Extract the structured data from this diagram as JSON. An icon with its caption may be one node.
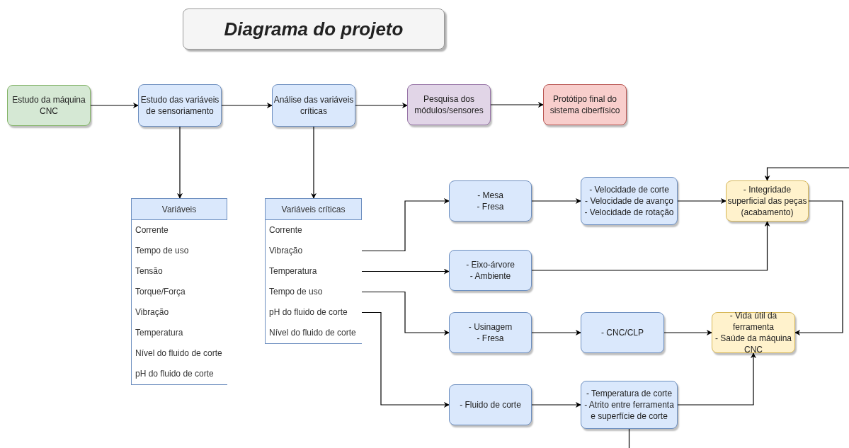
{
  "diagram": {
    "title": "Diagrama do projeto",
    "nodes": [
      {
        "text": [
          "Estudo da máquina CNC"
        ]
      },
      {
        "text": [
          "Estudo das variáveis de sensoriamento"
        ]
      },
      {
        "text": [
          "Análise das variáveis críticas"
        ]
      },
      {
        "text": [
          "Pesquisa dos módulos/sensores"
        ]
      },
      {
        "text": [
          "Protótipo final do sistema ciberfísico"
        ]
      },
      {
        "text": [
          "Variáveis"
        ]
      },
      {
        "text": [
          "Corrente"
        ],
        "in": 5
      },
      {
        "text": [
          "Tempo de uso"
        ],
        "in": 5
      },
      {
        "text": [
          "Tensão"
        ],
        "in": 5
      },
      {
        "text": [
          "Torque/Força"
        ],
        "in": 5
      },
      {
        "text": [
          "Vibração"
        ],
        "in": 5
      },
      {
        "text": [
          "Temperatura"
        ],
        "in": 5
      },
      {
        "text": [
          "Nível do fluido de corte"
        ],
        "in": 5
      },
      {
        "text": [
          "pH do fluido de corte"
        ],
        "in": 5
      },
      {
        "text": [
          "Variáveis críticas"
        ]
      },
      {
        "text": [
          "Corrente"
        ],
        "in": 14
      },
      {
        "text": [
          "Vibração"
        ],
        "in": 14
      },
      {
        "text": [
          "Temperatura"
        ],
        "in": 14
      },
      {
        "text": [
          "Tempo de uso"
        ],
        "in": 14
      },
      {
        "text": [
          "pH do fluido de corte"
        ],
        "in": 14
      },
      {
        "text": [
          "Nível do fluido de corte"
        ],
        "in": 14
      },
      {
        "text": [
          "- Mesa",
          "- Fresa"
        ]
      },
      {
        "text": [
          "- Velocidade de corte",
          "- Velocidade de avanço",
          "- Velocidade de rotação"
        ]
      },
      {
        "text": [
          "- Integridade superficial das peças (acabamento)"
        ]
      },
      {
        "text": [
          "- Eixo-árvore",
          "- Ambiente"
        ]
      },
      {
        "text": [
          "- Usinagem",
          "- Fresa"
        ]
      },
      {
        "text": [
          "- CNC/CLP"
        ]
      },
      {
        "text": [
          "- Vida útil da ferramenta",
          "- Saúde da máquina CNC"
        ]
      },
      {
        "text": [
          "- Fluido de corte"
        ]
      },
      {
        "text": [
          "- Temperatura de corte",
          "- Atrito entre ferramenta e superfície de corte"
        ]
      }
    ],
    "edges": [
      {
        "from": 0,
        "to": 1,
        "arrow": "to"
      },
      {
        "from": 1,
        "to": 2,
        "arrow": "to"
      },
      {
        "from": 2,
        "to": 3,
        "arrow": "to"
      },
      {
        "from": 3,
        "to": 4,
        "arrow": "to"
      },
      {
        "from": 1,
        "to": 5,
        "arrow": "to"
      },
      {
        "from": 2,
        "to": 14,
        "arrow": "to"
      },
      {
        "from": 16,
        "to": 21,
        "arrow": "to"
      },
      {
        "from": 17,
        "to": 24,
        "arrow": "to"
      },
      {
        "from": 18,
        "to": 25,
        "arrow": "to"
      },
      {
        "from": 19,
        "to": 28,
        "arrow": "to"
      },
      {
        "from": 21,
        "to": 22,
        "arrow": "to"
      },
      {
        "from": 22,
        "to": 23,
        "arrow": "to"
      },
      {
        "from": 24,
        "to": 23,
        "arrow": "to"
      },
      {
        "from": 25,
        "to": 26,
        "arrow": "to"
      },
      {
        "from": 26,
        "to": 27,
        "arrow": "to"
      },
      {
        "from": 28,
        "to": 29,
        "arrow": "to"
      },
      {
        "from": 29,
        "to": 27,
        "arrow": "to"
      },
      {
        "from": 23,
        "to": 27,
        "arrow": "to"
      },
      {
        "from": null,
        "to": 23,
        "arrow": "to"
      },
      {
        "from": 29,
        "to": null,
        "arrow": "none"
      }
    ]
  }
}
